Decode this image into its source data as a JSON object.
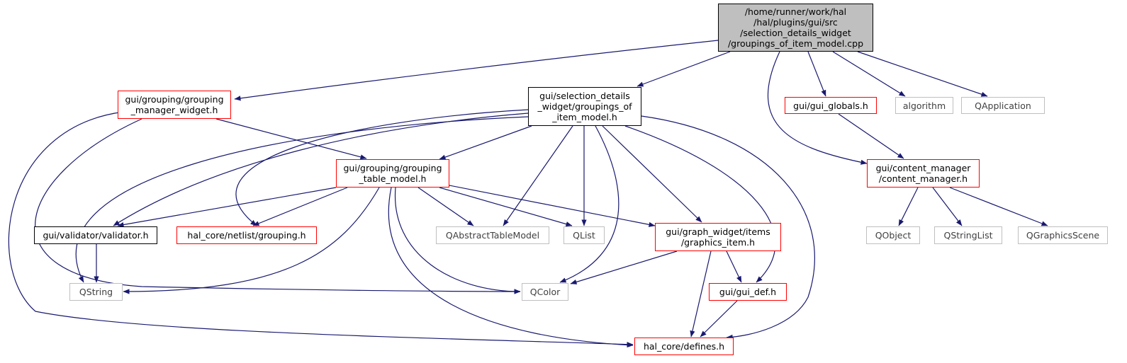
{
  "colors": {
    "edge": "#191970",
    "root_fill": "#bfbfbf",
    "border_red": "#ff0000",
    "border_black": "#000000",
    "border_gray": "#bfbfbf"
  },
  "nodes": {
    "root": {
      "label": "/home/runner/work/hal\n/hal/plugins/gui/src\n/selection_details_widget\n/groupings_of_item_model.cpp"
    },
    "grouping_manager": {
      "label": "gui/grouping/grouping\n_manager_widget.h"
    },
    "groupings_h": {
      "label": "gui/selection_details\n_widget/groupings_of\n_item_model.h"
    },
    "gui_globals": {
      "label": "gui/gui_globals.h"
    },
    "algorithm": {
      "label": "algorithm"
    },
    "qapplication": {
      "label": "QApplication"
    },
    "grouping_table": {
      "label": "gui/grouping/grouping\n_table_model.h"
    },
    "content_manager": {
      "label": "gui/content_manager\n/content_manager.h"
    },
    "validator": {
      "label": "gui/validator/validator.h"
    },
    "netlist_grouping": {
      "label": "hal_core/netlist/grouping.h"
    },
    "qabstract": {
      "label": "QAbstractTableModel"
    },
    "qlist": {
      "label": "QList"
    },
    "graphics_item": {
      "label": "gui/graph_widget/items\n/graphics_item.h"
    },
    "qobject": {
      "label": "QObject"
    },
    "qstringlist": {
      "label": "QStringList"
    },
    "qgraphicsscene": {
      "label": "QGraphicsScene"
    },
    "qstring": {
      "label": "QString"
    },
    "qcolor": {
      "label": "QColor"
    },
    "gui_def": {
      "label": "gui/gui_def.h"
    },
    "defines": {
      "label": "hal_core/defines.h"
    }
  },
  "edges": [
    [
      "root",
      "grouping_manager"
    ],
    [
      "root",
      "groupings_h"
    ],
    [
      "root",
      "content_manager"
    ],
    [
      "root",
      "gui_globals"
    ],
    [
      "root",
      "algorithm"
    ],
    [
      "root",
      "qapplication"
    ],
    [
      "grouping_manager",
      "grouping_table"
    ],
    [
      "grouping_manager",
      "qcolor"
    ],
    [
      "grouping_manager",
      "defines"
    ],
    [
      "groupings_h",
      "grouping_table"
    ],
    [
      "groupings_h",
      "validator"
    ],
    [
      "groupings_h",
      "netlist_grouping"
    ],
    [
      "groupings_h",
      "qabstract"
    ],
    [
      "groupings_h",
      "qlist"
    ],
    [
      "groupings_h",
      "graphics_item"
    ],
    [
      "groupings_h",
      "qstring"
    ],
    [
      "groupings_h",
      "qcolor"
    ],
    [
      "groupings_h",
      "gui_def"
    ],
    [
      "groupings_h",
      "defines"
    ],
    [
      "gui_globals",
      "content_manager"
    ],
    [
      "content_manager",
      "qobject"
    ],
    [
      "content_manager",
      "qstringlist"
    ],
    [
      "content_manager",
      "qgraphicsscene"
    ],
    [
      "grouping_table",
      "validator"
    ],
    [
      "grouping_table",
      "netlist_grouping"
    ],
    [
      "grouping_table",
      "qabstract"
    ],
    [
      "grouping_table",
      "qlist"
    ],
    [
      "grouping_table",
      "graphics_item"
    ],
    [
      "grouping_table",
      "qstring"
    ],
    [
      "grouping_table",
      "qcolor"
    ],
    [
      "grouping_table",
      "defines"
    ],
    [
      "validator",
      "qstring"
    ],
    [
      "graphics_item",
      "qcolor"
    ],
    [
      "graphics_item",
      "gui_def"
    ],
    [
      "graphics_item",
      "defines"
    ],
    [
      "gui_def",
      "defines"
    ]
  ]
}
